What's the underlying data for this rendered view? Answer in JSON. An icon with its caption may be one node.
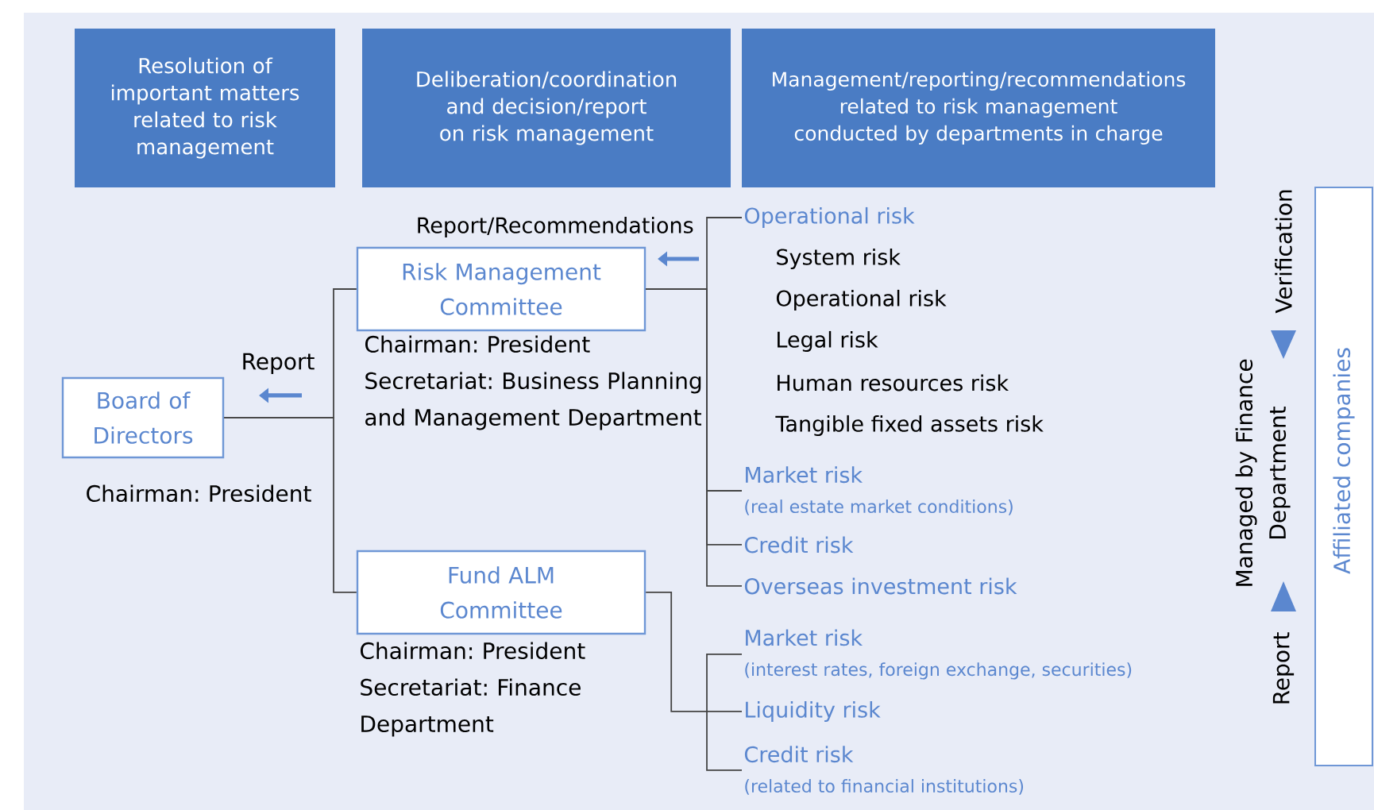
{
  "diagram": {
    "nodes": [
      {
        "text": [
          "Resolution of important matters related to risk management"
        ]
      },
      {
        "text": [
          "Deliberation/coordination and decision/report on risk management"
        ]
      },
      {
        "text": [
          "Management/reporting/recommendations related to risk management conducted by departments in charge"
        ]
      },
      {
        "text": [
          "Board of Directors"
        ],
        "beside": [
          "Chairman: President"
        ]
      },
      {
        "text": [
          "Risk Management Committee"
        ],
        "beside": [
          "Chairman: President Secretariat: Business Planning and Management Department"
        ]
      },
      {
        "text": [
          "Fund ALM Committee"
        ],
        "beside": [
          "Chairman: President Secretariat: Finance Department"
        ]
      },
      {
        "text": [
          "Operational risk"
        ]
      },
      {
        "text": [
          "Market risk",
          "(real estate market conditions)"
        ]
      },
      {
        "text": [
          "Credit risk"
        ]
      },
      {
        "text": [
          "Overseas investment risk"
        ]
      },
      {
        "text": [
          "Market risk",
          "(interest rates, foreign exchange, securities)"
        ]
      },
      {
        "text": [
          "Liquidity risk"
        ]
      },
      {
        "text": [
          "Credit risk",
          "(related to financial institutions)"
        ]
      },
      {
        "text": [
          "Affiliated companies"
        ]
      }
    ],
    "edges": [
      {
        "from": 3,
        "to": 4,
        "arrow": "none"
      },
      {
        "from": 3,
        "to": 5,
        "arrow": "none"
      },
      {
        "from": 4,
        "to": 6,
        "arrow": "none"
      },
      {
        "from": 4,
        "to": 7,
        "arrow": "none"
      },
      {
        "from": 4,
        "to": 8,
        "arrow": "none"
      },
      {
        "from": 4,
        "to": 9,
        "arrow": "none"
      },
      {
        "from": 5,
        "to": 10,
        "arrow": "none"
      },
      {
        "from": 5,
        "to": 11,
        "arrow": "none"
      },
      {
        "from": 5,
        "to": 12,
        "arrow": "none"
      }
    ],
    "labels": [
      "Report/Recommendations",
      "System risk",
      "Operational risk",
      "Legal risk",
      "Human resources risk",
      "Tangible fixed assets risk",
      "Report",
      "Verification",
      "Managed by Finance Department",
      "Report"
    ]
  }
}
